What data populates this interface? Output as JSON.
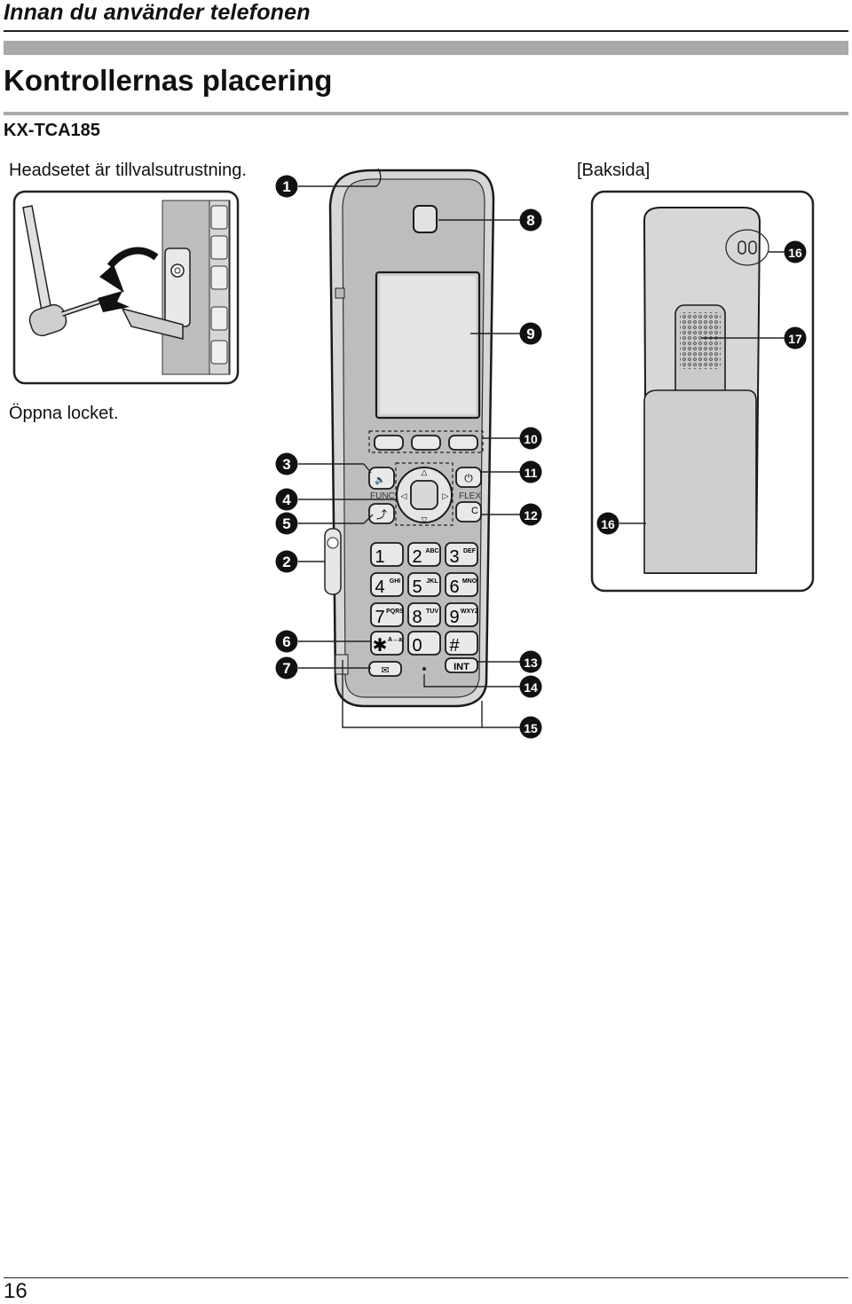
{
  "header": {
    "chapter_title": "Innan du använder telefonen"
  },
  "section": {
    "title": "Kontrollernas placering",
    "model": "KX-TCA185"
  },
  "notes": {
    "headset": "Headsetet är tillvalsutrustning.",
    "open_cover": "Öppna locket."
  },
  "back_label": "[Baksida]",
  "keypad": {
    "func": "FUNC",
    "flex": "FLEX",
    "clear": "C",
    "intercom": "INT",
    "keys": [
      {
        "digit": "1",
        "letters": ""
      },
      {
        "digit": "2",
        "letters": "ABC"
      },
      {
        "digit": "3",
        "letters": "DEF"
      },
      {
        "digit": "4",
        "letters": "GHI"
      },
      {
        "digit": "5",
        "letters": "JKL"
      },
      {
        "digit": "6",
        "letters": "MNO"
      },
      {
        "digit": "7",
        "letters": "PQRS"
      },
      {
        "digit": "8",
        "letters": "TUV"
      },
      {
        "digit": "9",
        "letters": "WXYZ"
      },
      {
        "digit": "✱",
        "letters": "A↔a"
      },
      {
        "digit": "0",
        "letters": ""
      },
      {
        "digit": "#",
        "letters": ""
      }
    ]
  },
  "callouts": {
    "c1": "1",
    "c2": "2",
    "c3": "3",
    "c4": "4",
    "c5": "5",
    "c6": "6",
    "c7": "7",
    "c8": "8",
    "c9": "9",
    "c10": "10",
    "c11": "11",
    "c12": "12",
    "c13": "13",
    "c14": "14",
    "c15": "15",
    "c16": "16",
    "c17": "17"
  },
  "footer": {
    "page_number": "16"
  }
}
